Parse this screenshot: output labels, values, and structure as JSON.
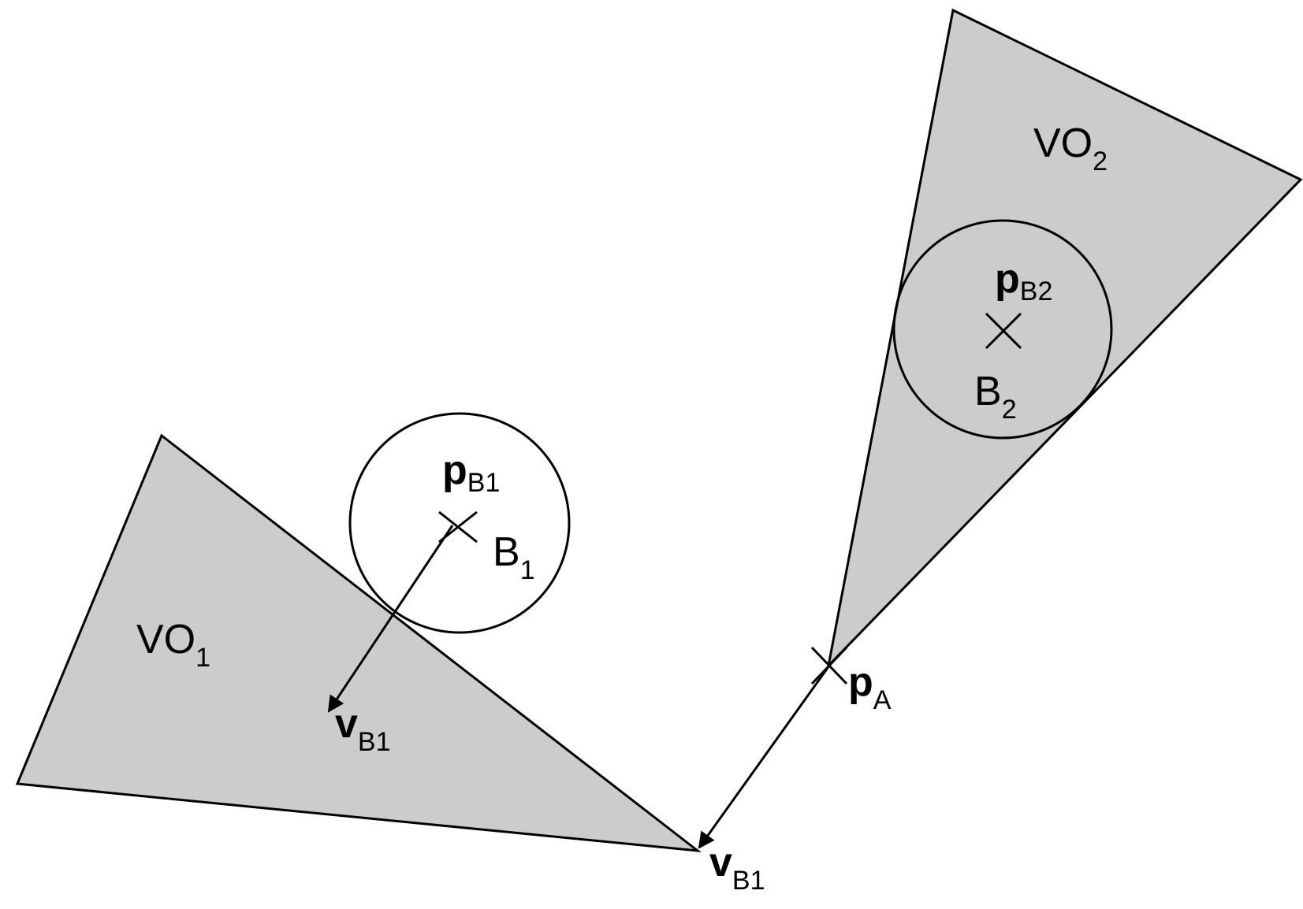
{
  "colors": {
    "region_fill": "#cccccc",
    "stroke": "#000000",
    "background": "#ffffff"
  },
  "labels": {
    "vo1": {
      "main": "VO",
      "sub": "1"
    },
    "vo2": {
      "main": "VO",
      "sub": "2"
    },
    "b1": {
      "main": "B",
      "sub": "1"
    },
    "b2": {
      "main": "B",
      "sub": "2"
    },
    "p_b1": {
      "main": "p",
      "sub": "B1"
    },
    "p_b2": {
      "main": "p",
      "sub": "B2"
    },
    "p_a": {
      "main": "p",
      "sub": "A"
    },
    "v_b1_arrow": {
      "main": "v",
      "sub": "B1"
    },
    "v_b1_apex": {
      "main": "v",
      "sub": "B1"
    }
  }
}
